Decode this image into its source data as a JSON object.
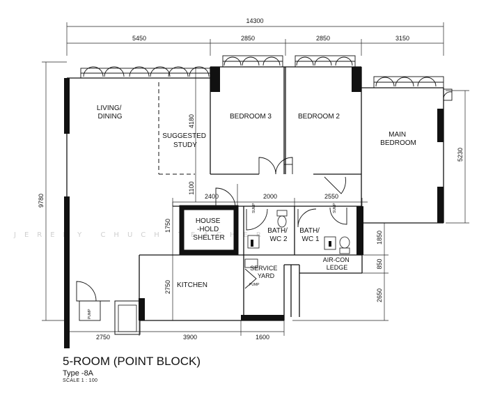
{
  "rooms": {
    "living_dining": [
      "LIVING/",
      "DINING"
    ],
    "suggested_study": [
      "SUGGESTED",
      "STUDY"
    ],
    "bedroom_3": "BEDROOM 3",
    "bedroom_2": "BEDROOM 2",
    "main_bedroom": [
      "MAIN",
      "BEDROOM"
    ],
    "household_shelter": [
      "HOUSE",
      "-HOLD",
      "SHELTER"
    ],
    "bath_wc_2": [
      "BATH/",
      "WC 2"
    ],
    "bath_wc_1": [
      "BATH/",
      "WC 1"
    ],
    "aircon_ledge": [
      "AIR-CON",
      "LEDGE"
    ],
    "service_yard": [
      "SERVICE",
      "YARD"
    ],
    "kitchen": "KITCHEN"
  },
  "small_labels": {
    "pump": "PUMP",
    "sump": "SUMP"
  },
  "dimensions": {
    "overall_width": "14300",
    "top": [
      "5450",
      "2850",
      "2850",
      "3150"
    ],
    "left_height": "9780",
    "bedroom3_depth": "4180",
    "corridor": "1100",
    "middle": [
      "2400",
      "2000",
      "2550"
    ],
    "shelter_height": "1750",
    "kitchen_height": "2750",
    "bottom": [
      "2750",
      "3900",
      "1600"
    ],
    "right": [
      "5230",
      "1850",
      "850",
      "2650"
    ]
  },
  "watermark": "JEREMY CHUCH TEACHER",
  "title": {
    "main": "5-ROOM (POINT BLOCK)",
    "type": "Type -8A",
    "scale": "SCALE  1 : 100"
  }
}
